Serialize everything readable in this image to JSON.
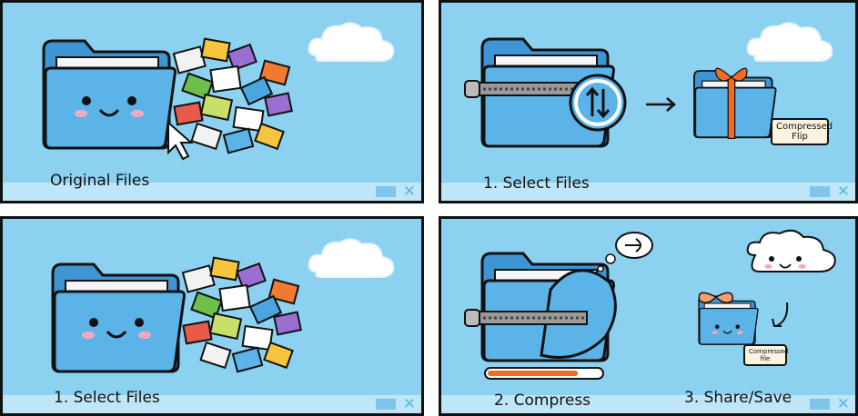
{
  "panels": [
    {
      "caption": "Original Files"
    },
    {
      "caption": "1. Select Files",
      "tag": "Compressed Flip"
    },
    {
      "caption": "1. Select Files"
    },
    {
      "caption_left": "2. Compress",
      "caption_right": "3. Share/Save",
      "tag": "Compressed file",
      "progress": 0.8
    }
  ],
  "colors": {
    "background": "#8dd1f1",
    "folder": "#5bb3e8",
    "ribbon": "#f26b21",
    "progress": "#f26b21"
  }
}
